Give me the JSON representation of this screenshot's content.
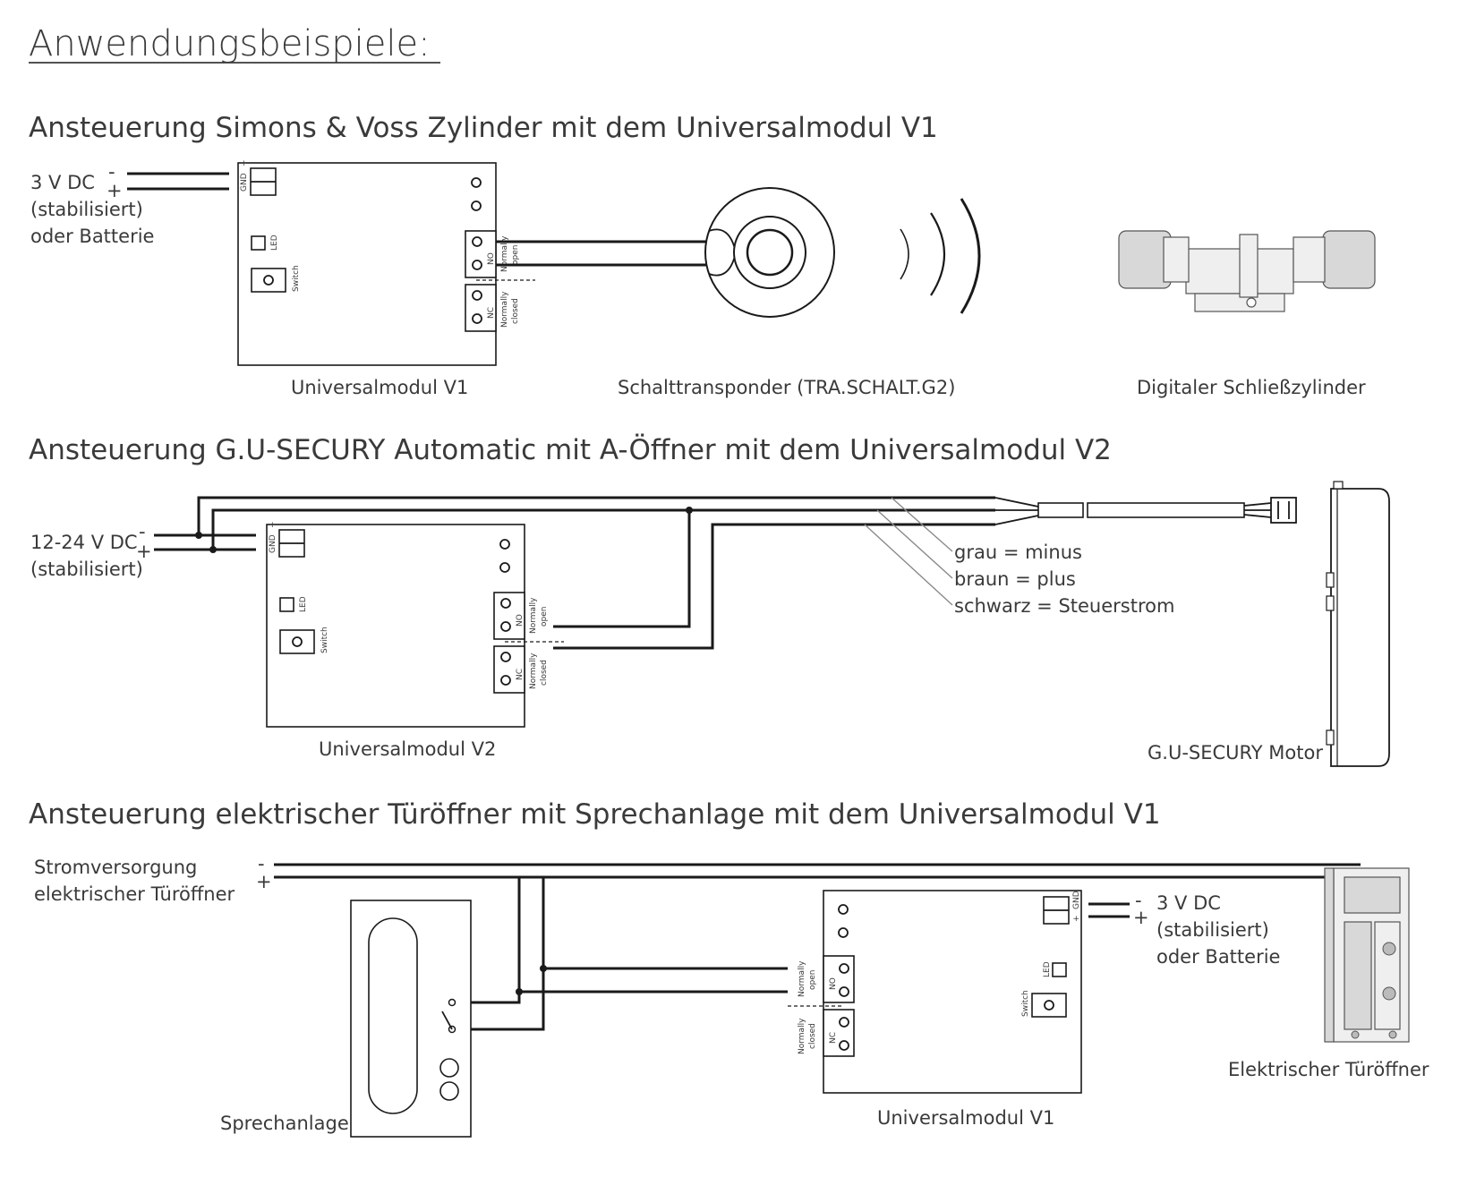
{
  "page_title": "Anwendungsbeispiele:",
  "section1": {
    "title": "Ansteuerung Simons & Voss Zylinder mit dem Universalmodul V1",
    "power_lines": [
      "3 V DC",
      "(stabilisiert)",
      "oder Batterie"
    ],
    "minus": "-",
    "plus": "+",
    "module_label": "Universalmodul V1",
    "transponder_label": "Schalttransponder (TRA.SCHALT.G2)",
    "cylinder_label": "Digitaler Schließzylinder"
  },
  "section2": {
    "title": "Ansteuerung G.U-SECURY Automatic mit A-Öffner mit dem Universalmodul V2",
    "power_lines": [
      "12-24 V DC",
      "(stabilisiert)"
    ],
    "minus": "-",
    "plus": "+",
    "wire_labels": [
      "grau = minus",
      "braun = plus",
      "schwarz = Steuerstrom"
    ],
    "module_label": "Universalmodul V2",
    "motor_label": "G.U-SECURY Motor"
  },
  "section3": {
    "title": "Ansteuerung elektrischer Türöffner mit Sprechanlage mit dem Universalmodul V1",
    "supply_lines": [
      "Stromversorgung",
      "elektrischer Türöffner"
    ],
    "minus": "-",
    "plus": "+",
    "power_lines": [
      "3 V DC",
      "(stabilisiert)",
      "oder Batterie"
    ],
    "intercom_label": "Sprechanlage",
    "module_label": "Universalmodul V1",
    "opener_label": "Elektrischer Türöffner"
  },
  "module_text": {
    "gnd": "GND",
    "plus": "+",
    "led": "LED",
    "switch": "Switch",
    "no": "NO",
    "nc": "NC",
    "normally_open": [
      "Normally",
      "open"
    ],
    "normally_closed": [
      "Normally",
      "closed"
    ]
  }
}
